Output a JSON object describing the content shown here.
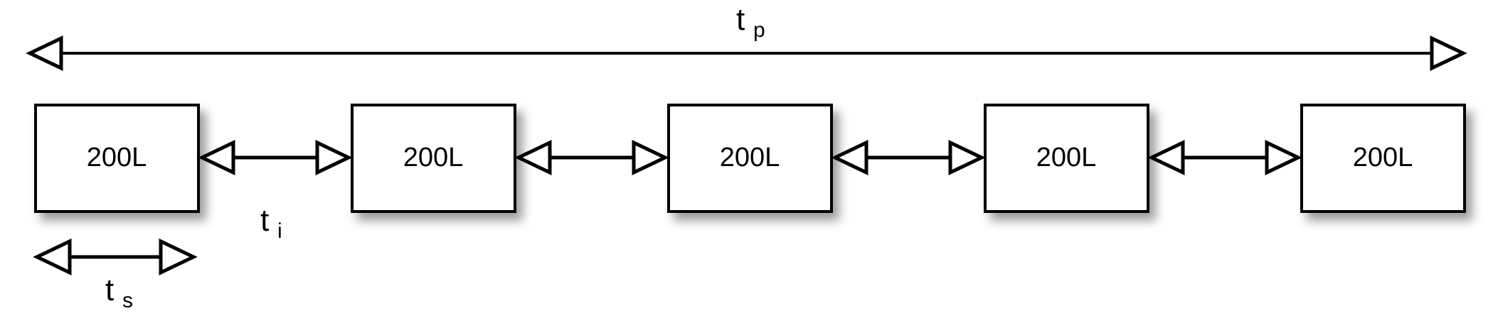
{
  "diagram": {
    "title_label": {
      "base": "t",
      "sub": "p"
    },
    "interval_label": {
      "base": "t",
      "sub": "i"
    },
    "sample_label": {
      "base": "t",
      "sub": "s"
    },
    "box_text": "200L",
    "boxes": [
      {
        "label": "200L"
      },
      {
        "label": "200L"
      },
      {
        "label": "200L"
      },
      {
        "label": "200L"
      },
      {
        "label": "200L"
      }
    ],
    "colors": {
      "stroke": "#000000",
      "fill": "#ffffff",
      "background": "#ffffff",
      "shadow": "#999999"
    },
    "arrows": {
      "period_arrow": "double-headed-arrow",
      "interval_arrow": "double-headed-arrow",
      "sample_arrow": "double-headed-arrow"
    }
  }
}
